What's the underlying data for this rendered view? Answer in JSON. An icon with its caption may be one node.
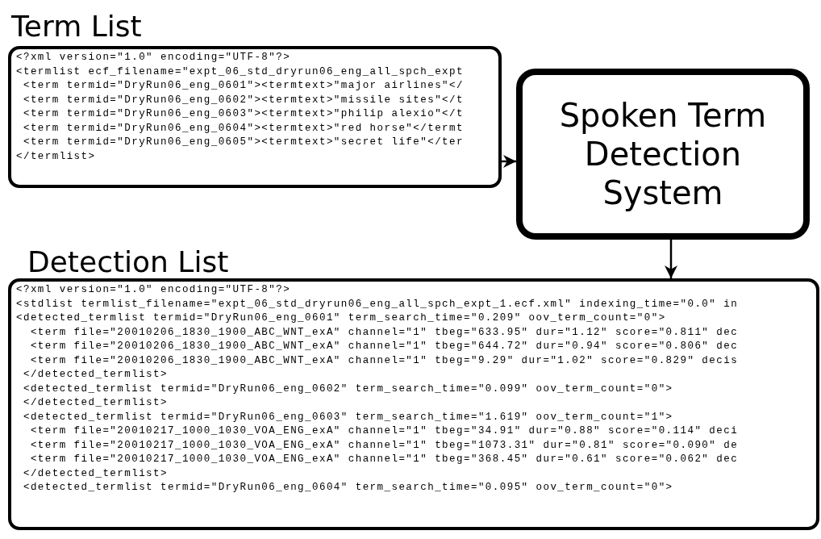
{
  "diagram": {
    "nodes": [
      {
        "text": [
          "Term List",
          "<?xml version=\"1.0\" encoding=\"UTF-8\"?>",
          "<termlist ecf_filename=\"expt_06_std_dryrun06_eng_all_spch_expt",
          " <term termid=\"DryRun06_eng_0601\"><termtext>\"major airlines\"</",
          " <term termid=\"DryRun06_eng_0602\"><termtext>\"missile sites\"</t",
          " <term termid=\"DryRun06_eng_0603\"><termtext>\"philip alexio\"</t",
          " <term termid=\"DryRun06_eng_0604\"><termtext>\"red horse\"</termt",
          " <term termid=\"DryRun06_eng_0605\"><termtext>\"secret life\"</ter",
          "</termlist>"
        ]
      },
      {
        "text": [
          "Spoken Term Detection System"
        ]
      },
      {
        "text": [
          "Detection List",
          "<?xml version=\"1.0\" encoding=\"UTF-8\"?>",
          "<stdlist termlist_filename=\"expt_06_std_dryrun06_eng_all_spch_expt_1.ecf.xml\" indexing_time=\"0.0\" in",
          "<detected_termlist termid=\"DryRun06_eng_0601\" term_search_time=\"0.209\" oov_term_count=\"0\">",
          "  <term file=\"20010206_1830_1900_ABC_WNT_exA\" channel=\"1\" tbeg=\"633.95\" dur=\"1.12\" score=\"0.811\" dec",
          "  <term file=\"20010206_1830_1900_ABC_WNT_exA\" channel=\"1\" tbeg=\"644.72\" dur=\"0.94\" score=\"0.806\" dec",
          "  <term file=\"20010206_1830_1900_ABC_WNT_exA\" channel=\"1\" tbeg=\"9.29\" dur=\"1.02\" score=\"0.829\" decis",
          " </detected_termlist>",
          " <detected_termlist termid=\"DryRun06_eng_0602\" term_search_time=\"0.099\" oov_term_count=\"0\">",
          " </detected_termlist>",
          " <detected_termlist termid=\"DryRun06_eng_0603\" term_search_time=\"1.619\" oov_term_count=\"1\">",
          "  <term file=\"20010217_1000_1030_VOA_ENG_exA\" channel=\"1\" tbeg=\"34.91\" dur=\"0.88\" score=\"0.114\" deci",
          "  <term file=\"20010217_1000_1030_VOA_ENG_exA\" channel=\"1\" tbeg=\"1073.31\" dur=\"0.81\" score=\"0.090\" de",
          "  <term file=\"20010217_1000_1030_VOA_ENG_exA\" channel=\"1\" tbeg=\"368.45\" dur=\"0.61\" score=\"0.062\" dec",
          " </detected_termlist>",
          " <detected_termlist termid=\"DryRun06_eng_0604\" term_search_time=\"0.095\" oov_term_count=\"0\">"
        ]
      }
    ],
    "edges": [
      {
        "from": 0,
        "to": 1,
        "arrow": "to"
      },
      {
        "from": 1,
        "to": 2,
        "arrow": "to"
      }
    ]
  }
}
